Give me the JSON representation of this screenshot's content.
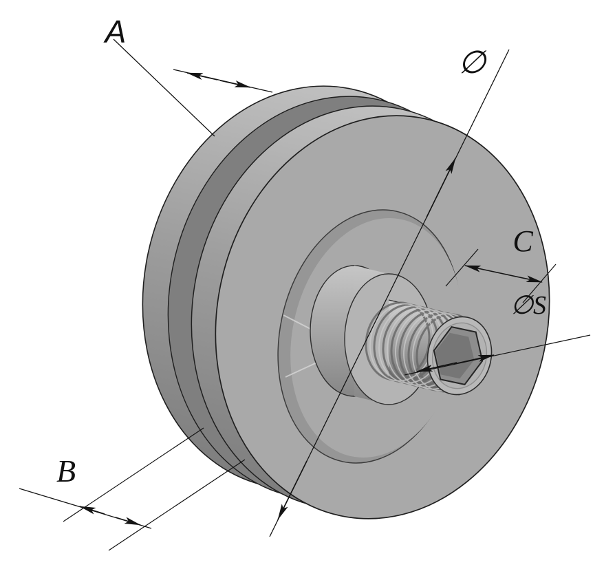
{
  "drawing": {
    "labels": {
      "groove_width": "A",
      "outer_diameter": "∅",
      "stud_length": "C",
      "socket_size": "∅S",
      "overall_width": "B"
    },
    "colors": {
      "background": "#ffffff",
      "face": "#a9a9a9",
      "groove": "#7f7f7f",
      "boss_shadow": "#969696",
      "hub_front": "#b4b4b4",
      "tip_face": "#b9b9b9",
      "tip_chamfer": "#b3b3b3",
      "hex_socket": "#8d8d8d",
      "hex_inner": "#767676",
      "outline": "#1f1f1f"
    }
  }
}
